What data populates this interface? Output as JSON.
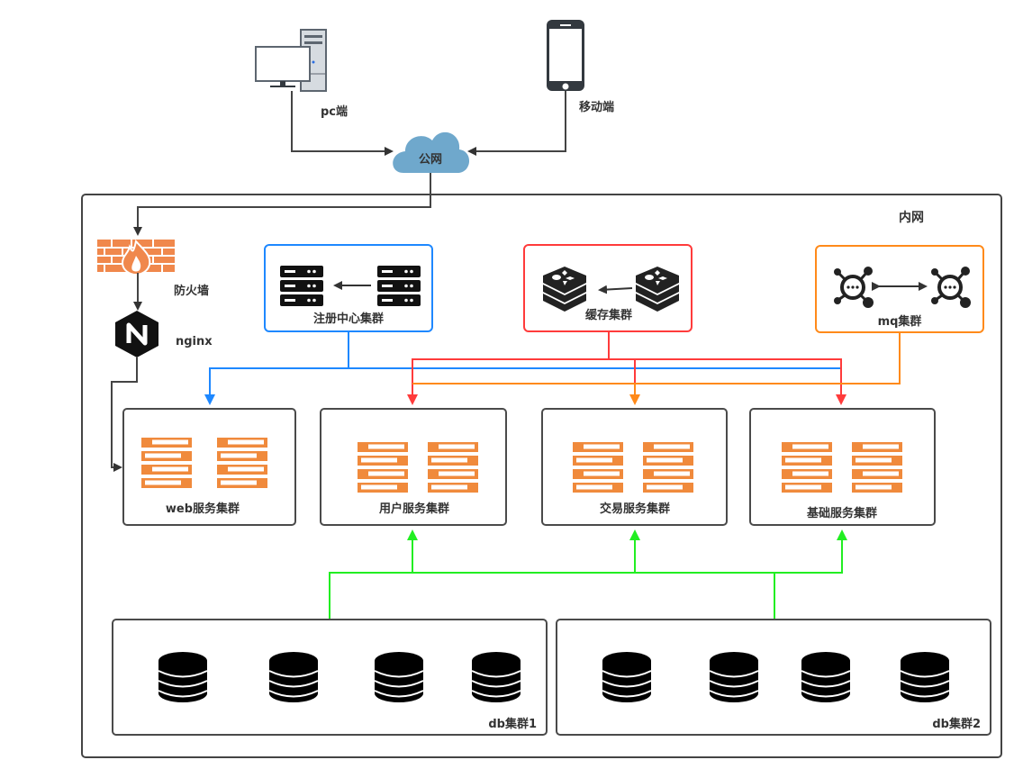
{
  "colors": {
    "registry": "#1e88ff",
    "cache": "#ff3b3b",
    "mq": "#ff8a1a",
    "db": "#22ee22",
    "server_orange": "#f08a3c",
    "cloud": "#6fa8cc",
    "firewall": "#f0884c",
    "dark": "#1a1a1a"
  },
  "clients": {
    "pc": {
      "label": "pc端",
      "icon": "desktop-computer-icon"
    },
    "mobile": {
      "label": "移动端",
      "icon": "smartphone-icon"
    }
  },
  "public_net": {
    "label": "公网",
    "icon": "cloud-icon"
  },
  "intranet": {
    "label": "内网",
    "firewall": {
      "label": "防火墙",
      "icon": "firewall-icon"
    },
    "nginx": {
      "label": "nginx",
      "icon": "nginx-icon"
    },
    "infra": [
      {
        "id": "registry",
        "label": "注册中心集群",
        "icon": "server-rack-icon"
      },
      {
        "id": "cache",
        "label": "缓存集群",
        "icon": "redis-icon"
      },
      {
        "id": "mq",
        "label": "mq集群",
        "icon": "message-queue-icon"
      }
    ],
    "services": [
      {
        "id": "web",
        "label": "web服务集群"
      },
      {
        "id": "user",
        "label": "用户服务集群"
      },
      {
        "id": "trade",
        "label": "交易服务集群"
      },
      {
        "id": "base",
        "label": "基础服务集群"
      }
    ],
    "databases": [
      {
        "id": "db1",
        "label": "db集群1",
        "count": 4
      },
      {
        "id": "db2",
        "label": "db集群2",
        "count": 4
      }
    ]
  }
}
